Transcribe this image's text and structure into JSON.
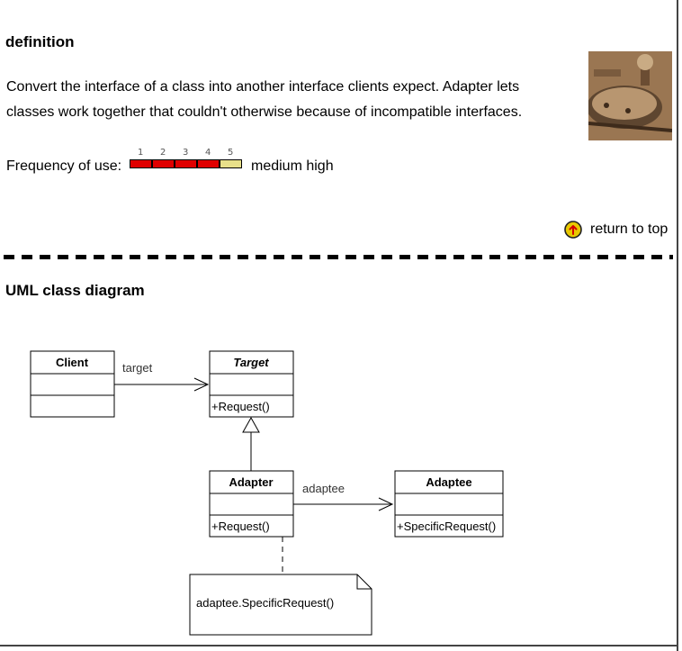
{
  "definition": {
    "title": "definition",
    "text": "Convert the interface of a class into another interface clients expect. Adapter lets classes work together that couldn't otherwise because of incompatible interfaces."
  },
  "frequency": {
    "label": "Frequency of use:",
    "scale": [
      "1",
      "2",
      "3",
      "4",
      "5"
    ],
    "level": 4,
    "max": 5,
    "value_text": "medium high",
    "colors": {
      "filled": "#e00000",
      "empty": "#e8e08a"
    }
  },
  "return_top": {
    "label": "return to top",
    "icon": "up-arrow-circle-icon"
  },
  "uml": {
    "title": "UML class diagram",
    "classes": {
      "client": {
        "name": "Client"
      },
      "target": {
        "name": "Target",
        "method": "+Request()"
      },
      "adapter": {
        "name": "Adapter",
        "method": "+Request()"
      },
      "adaptee": {
        "name": "Adaptee",
        "method": "+SpecificRequest()"
      }
    },
    "associations": {
      "target": "target",
      "adaptee": "adaptee"
    },
    "note": "adaptee.SpecificRequest()"
  }
}
